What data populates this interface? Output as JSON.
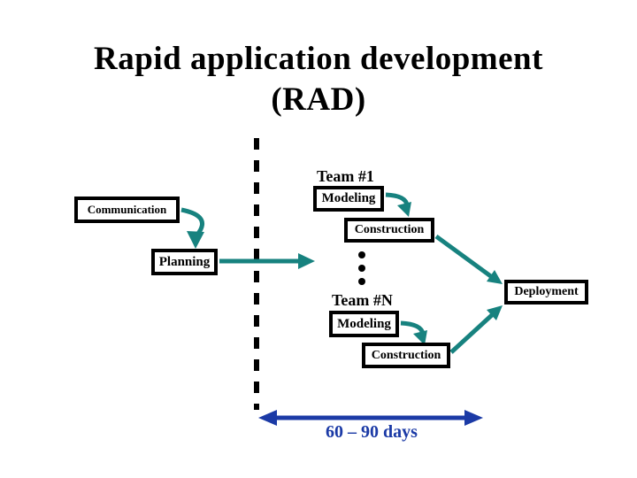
{
  "title": {
    "line1": "Rapid application development",
    "line2": "(RAD)"
  },
  "diagram": {
    "team1_label": "Team #1",
    "teamN_label": "Team #N",
    "boxes": {
      "communication": "Communication",
      "planning": "Planning",
      "modeling_team1": "Modeling",
      "construction_team1": "Construction",
      "modeling_teamN": "Modeling",
      "construction_teamN": "Construction",
      "deployment": "Deployment"
    },
    "ellipsis_dots": 3,
    "timeline_label": "60 – 90 days"
  },
  "colors": {
    "arrow_teal": "#17827F",
    "timeline_blue": "#1B3AA6",
    "box_border": "#000000",
    "background": "#FFFFFF"
  }
}
